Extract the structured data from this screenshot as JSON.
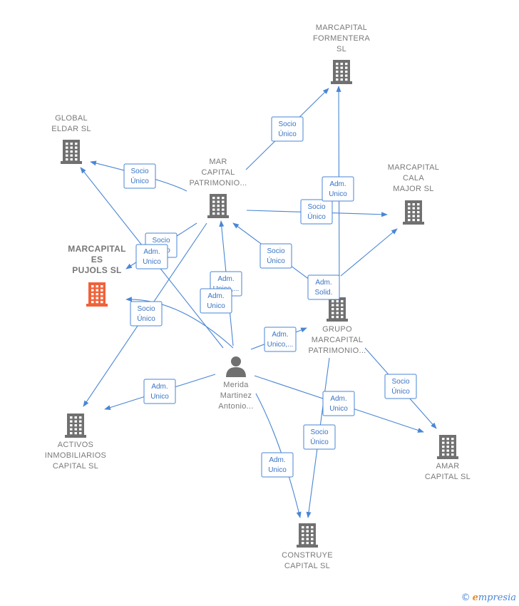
{
  "nodes": [
    {
      "id": "marcapital_formentera",
      "kind": "company",
      "focus": false,
      "label": [
        "MARCAPITAL",
        "FORMENTERA",
        "SL"
      ]
    },
    {
      "id": "global_eldar",
      "kind": "company",
      "focus": false,
      "label": [
        "GLOBAL",
        "ELDAR  SL"
      ]
    },
    {
      "id": "mar_capital_patrimonio",
      "kind": "company",
      "focus": false,
      "label": [
        "MAR",
        "CAPITAL",
        "PATRIMONIO..."
      ]
    },
    {
      "id": "marcapital_cala_major",
      "kind": "company",
      "focus": false,
      "label": [
        "MARCAPITAL",
        "CALA",
        "MAJOR  SL"
      ]
    },
    {
      "id": "marcapital_es_pujols",
      "kind": "company",
      "focus": true,
      "label": [
        "MARCAPITAL",
        "ES",
        "PUJOLS  SL"
      ]
    },
    {
      "id": "grupo_marcapital",
      "kind": "company",
      "focus": false,
      "label": [
        "GRUPO",
        "MARCAPITAL",
        "PATRIMONIO..."
      ]
    },
    {
      "id": "merida",
      "kind": "person",
      "focus": false,
      "label": [
        "Merida",
        "Martinez",
        "Antonio..."
      ]
    },
    {
      "id": "activos_inmobiliarios",
      "kind": "company",
      "focus": false,
      "label": [
        "ACTIVOS",
        "INMOBILIARIOS",
        "CAPITAL  SL"
      ]
    },
    {
      "id": "amar_capital",
      "kind": "company",
      "focus": false,
      "label": [
        "AMAR",
        "CAPITAL  SL"
      ]
    },
    {
      "id": "construye_capital",
      "kind": "company",
      "focus": false,
      "label": [
        "CONSTRUYE",
        "CAPITAL  SL"
      ]
    }
  ],
  "edges": [
    {
      "from": "mar_capital_patrimonio",
      "to": "marcapital_formentera",
      "label": [
        "Socio",
        "Único"
      ]
    },
    {
      "from": "mar_capital_patrimonio",
      "to": "global_eldar",
      "label": [
        "Socio",
        "Único"
      ]
    },
    {
      "from": "mar_capital_patrimonio",
      "to": "marcapital_cala_major",
      "label": [
        "Socio",
        "Único"
      ]
    },
    {
      "from": "mar_capital_patrimonio",
      "to": "marcapital_es_pujols",
      "label": [
        "Socio",
        "Único"
      ]
    },
    {
      "from": "mar_capital_patrimonio",
      "to": "activos_inmobiliarios",
      "label": [
        "Socio",
        "Único"
      ]
    },
    {
      "from": "merida",
      "to": "global_eldar",
      "label": [
        "Adm.",
        "Unico"
      ]
    },
    {
      "from": "merida",
      "to": "mar_capital_patrimonio",
      "label": [
        "Adm.",
        "Unico,..."
      ]
    },
    {
      "from": "merida",
      "to": "marcapital_es_pujols",
      "label": [
        "Adm.",
        "Unico"
      ]
    },
    {
      "from": "merida",
      "to": "grupo_marcapital",
      "label": [
        "Adm.",
        "Unico,..."
      ]
    },
    {
      "from": "merida",
      "to": "activos_inmobiliarios",
      "label": [
        "Adm.",
        "Unico"
      ]
    },
    {
      "from": "merida",
      "to": "amar_capital",
      "label": [
        "Adm.",
        "Unico"
      ]
    },
    {
      "from": "merida",
      "to": "construye_capital",
      "label": [
        "Adm.",
        "Unico"
      ]
    },
    {
      "from": "grupo_marcapital",
      "to": "mar_capital_patrimonio",
      "label": [
        "Socio",
        "Único"
      ]
    },
    {
      "from": "grupo_marcapital",
      "to": "marcapital_formentera",
      "label": [
        "Adm.",
        "Unico"
      ]
    },
    {
      "from": "grupo_marcapital",
      "to": "marcapital_cala_major",
      "label": [
        "Adm.",
        "Solid."
      ]
    },
    {
      "from": "grupo_marcapital",
      "to": "amar_capital",
      "label": [
        "Socio",
        "Único"
      ]
    },
    {
      "from": "grupo_marcapital",
      "to": "construye_capital",
      "label": [
        "Socio",
        "Único"
      ]
    }
  ],
  "footer": {
    "copyright_symbol": "©",
    "brand_first": "e",
    "brand_rest": "mpresia"
  },
  "colors": {
    "edge": "#4a86d4",
    "node": "#707070",
    "focus_node": "#f0623a",
    "text": "#7a7a7a"
  }
}
